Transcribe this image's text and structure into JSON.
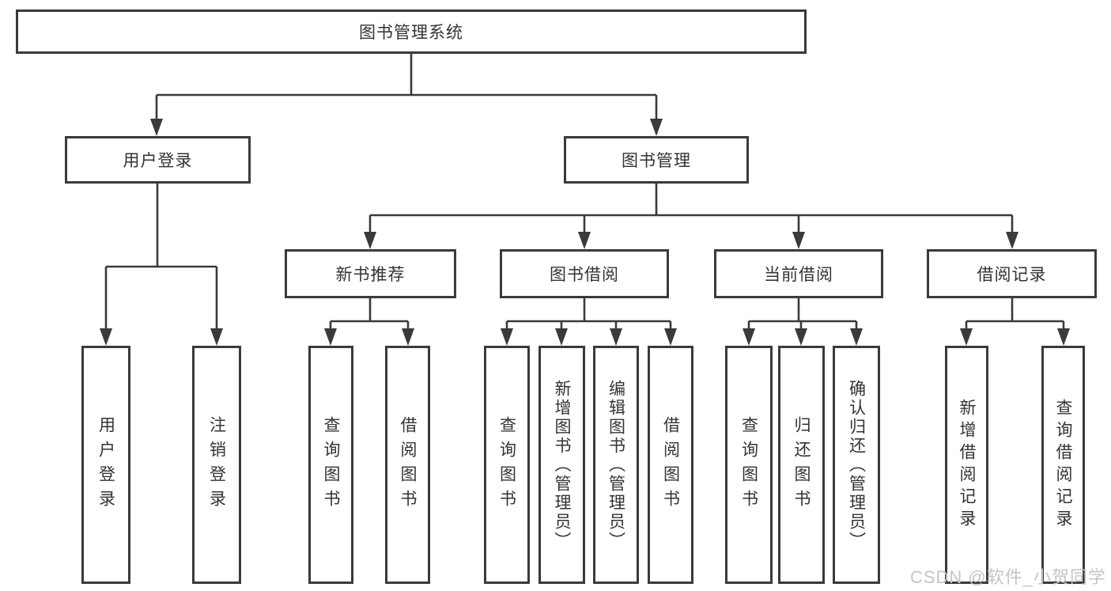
{
  "diagram": {
    "nodes": {
      "root": "图书管理系统",
      "user_login": "用户登录",
      "book_mgmt": "图书管理",
      "new_book_rec": "新书推荐",
      "book_borrow": "图书借阅",
      "current_borrow": "当前借阅",
      "borrow_record": "借阅记录",
      "leaf_user_login": "用户登录",
      "leaf_logout": "注销登录",
      "leaf_nbr_query": "查询图书",
      "leaf_nbr_borrow": "借阅图书",
      "leaf_bb_query": "查询图书",
      "leaf_bb_add": "新增图书（管理员）",
      "leaf_bb_edit": "编辑图书（管理员）",
      "leaf_bb_borrow": "借阅图书",
      "leaf_cb_query": "查询图书",
      "leaf_cb_return": "归还图书",
      "leaf_cb_confirm": "确认归还（管理员）",
      "leaf_br_add": "新增借阅记录",
      "leaf_br_query": "查询借阅记录"
    },
    "line_color": "#3a3a3a",
    "watermark": "CSDN @软件_小贺同学"
  }
}
